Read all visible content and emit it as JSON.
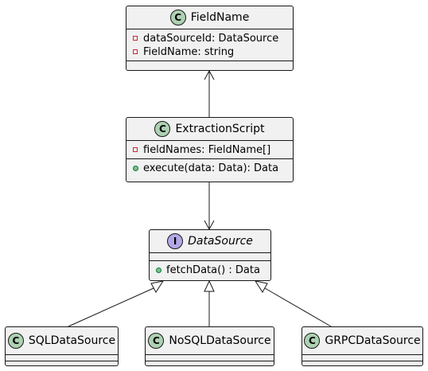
{
  "classes": {
    "field_name": {
      "name": "FieldName",
      "stereotype_letter": "C",
      "attributes": [
        "dataSourceId: DataSource",
        "FieldName: string"
      ],
      "methods": []
    },
    "extraction_script": {
      "name": "ExtractionScript",
      "stereotype_letter": "C",
      "attributes": [
        "fieldNames: FieldName[]"
      ],
      "methods": [
        "execute(data: Data): Data"
      ]
    },
    "data_source": {
      "name": "DataSource",
      "stereotype_letter": "I",
      "attributes": [],
      "methods": [
        "fetchData() : Data"
      ]
    },
    "sql_data_source": {
      "name": "SQLDataSource",
      "stereotype_letter": "C"
    },
    "nosql_data_source": {
      "name": "NoSQLDataSource",
      "stereotype_letter": "C"
    },
    "grpc_data_source": {
      "name": "GRPCDataSource",
      "stereotype_letter": "C"
    }
  },
  "colors": {
    "class_spot": "#add1b2",
    "interface_spot": "#b4a7e5",
    "box_fill": "#f1f1f1",
    "line": "#181818",
    "private_marker": "#c82930",
    "public_marker": "#84be84"
  }
}
